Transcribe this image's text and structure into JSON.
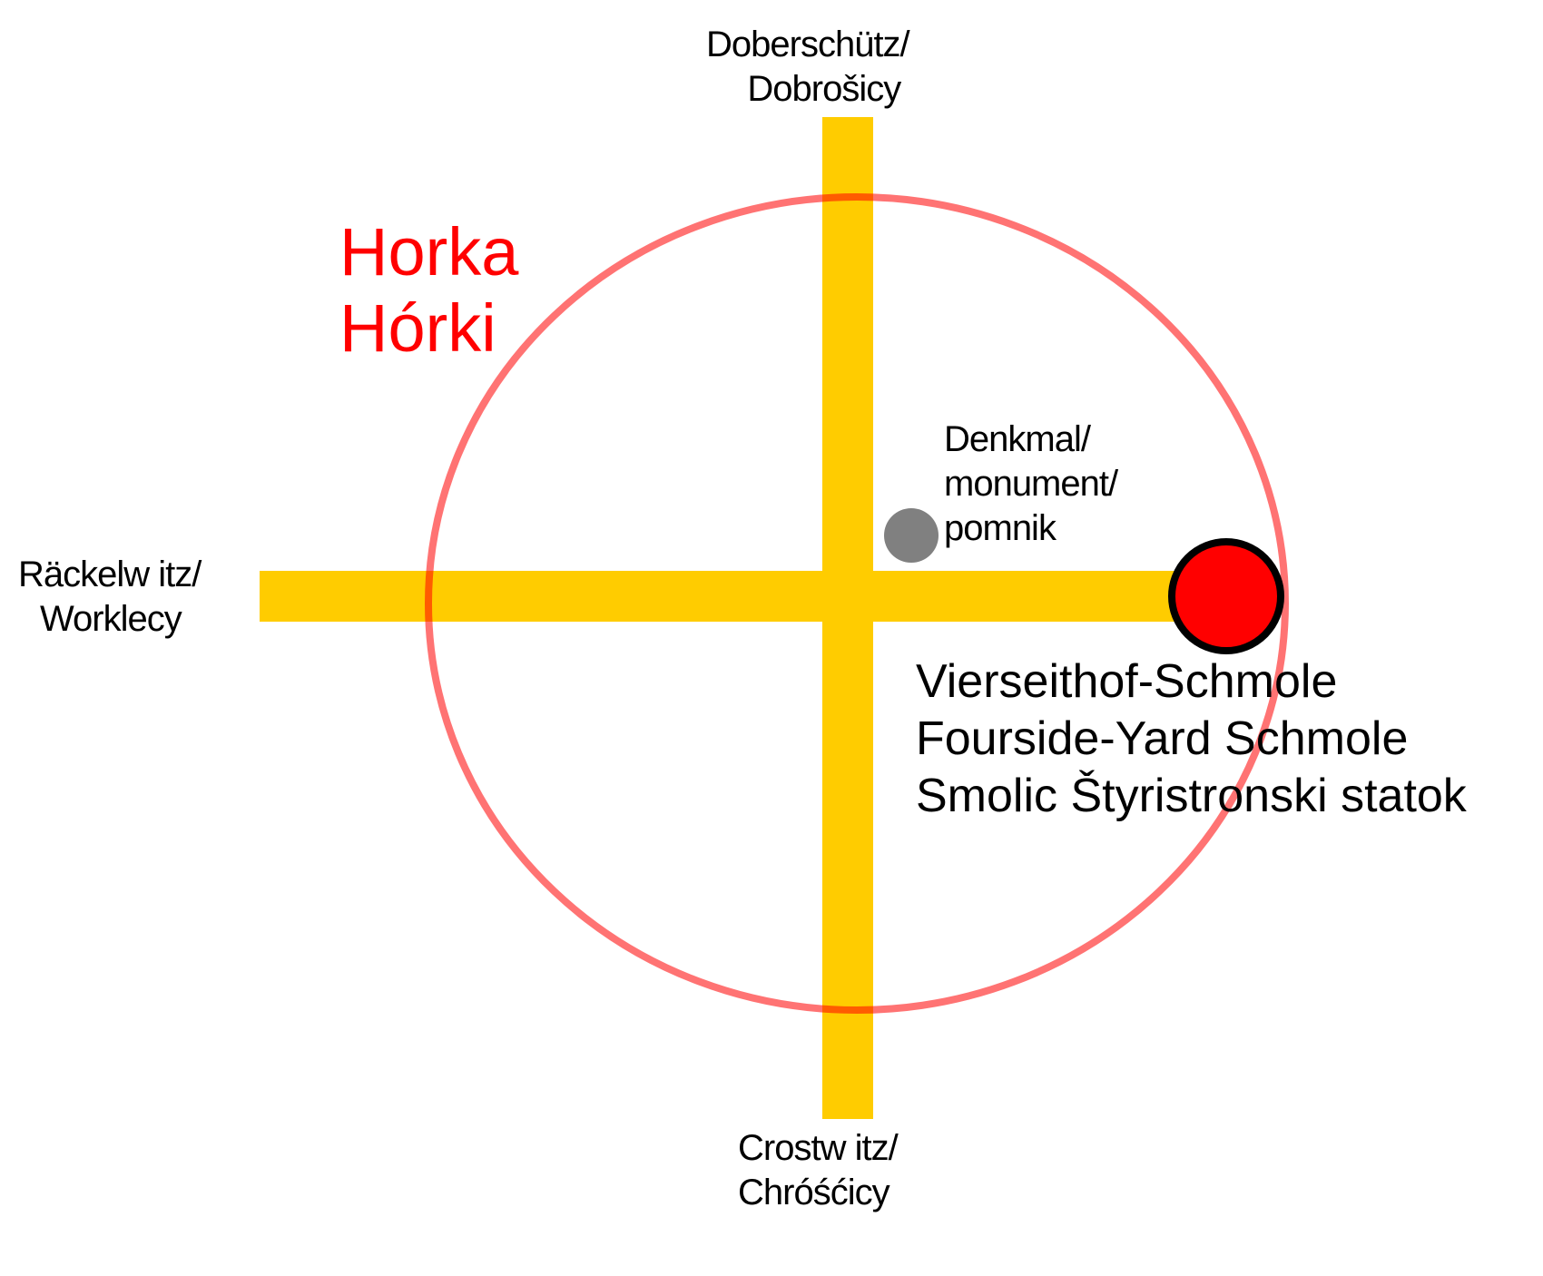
{
  "colors": {
    "road": "#FFCC00",
    "village_boundary": "#FF0000",
    "village_label": "#FF0000",
    "monument_dot": "#808080",
    "farm_dot_fill": "#FF0000",
    "farm_dot_outline": "#000000",
    "label_text": "#000000",
    "background": "#FFFFFF"
  },
  "village": {
    "name_de": "Horka",
    "name_hsb": "Hórki"
  },
  "roads": {
    "north": {
      "line1": "Doberschütz/",
      "line2": "Dobrošicy"
    },
    "west": {
      "line1": "Räckelw itz/",
      "line2": "Worklecy"
    },
    "south": {
      "line1": "Crostw itz/",
      "line2": "Chróśćicy"
    }
  },
  "monument": {
    "line1": "Denkmal/",
    "line2": "monument/",
    "line3": "pomnik",
    "icon": "monument-dot-icon"
  },
  "farm": {
    "line1": "Vierseithof-Schmole",
    "line2": "Fourside-Yard Schmole",
    "line3": "Smolic Štyristronski statok",
    "icon": "farm-dot-icon"
  }
}
